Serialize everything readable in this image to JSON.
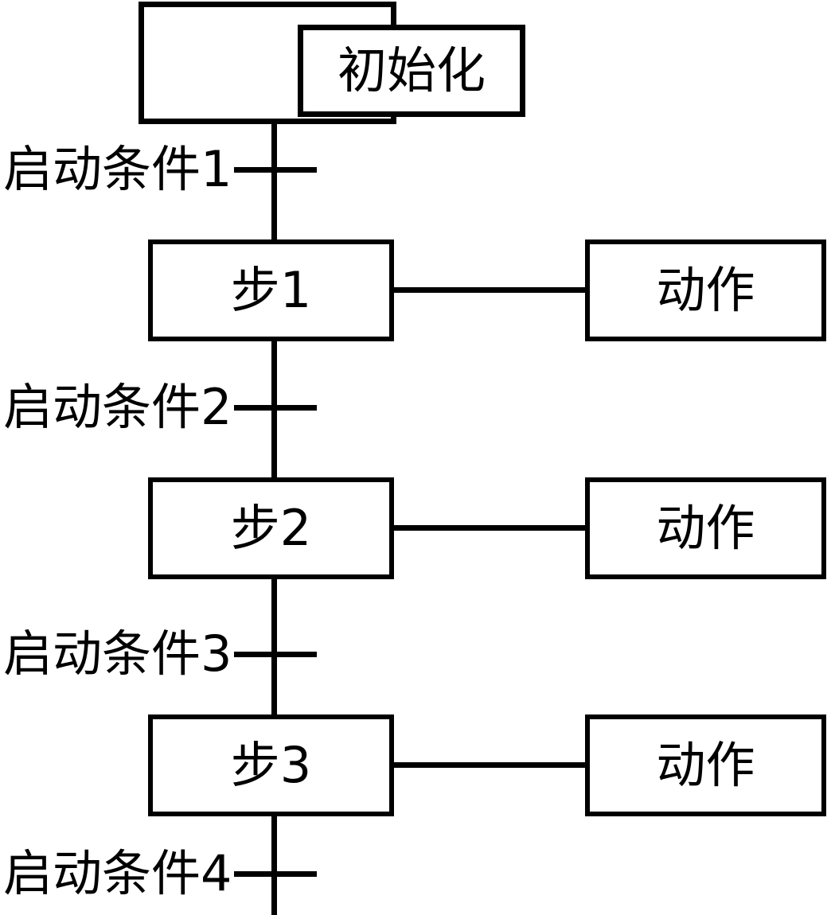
{
  "diagram": {
    "type": "sequential-function-chart",
    "title_text_present": false,
    "background_color": "#ffffff",
    "line_color": "#000000"
  },
  "initial_step": {
    "label": "初始化",
    "style": "double-border"
  },
  "steps": [
    {
      "label": "步1",
      "action": "动作"
    },
    {
      "label": "步2",
      "action": "动作"
    },
    {
      "label": "步3",
      "action": "动作"
    }
  ],
  "transitions": [
    {
      "label": "启动条件1"
    },
    {
      "label": "启动条件2"
    },
    {
      "label": "启动条件3"
    },
    {
      "label": "启动条件4"
    }
  ]
}
